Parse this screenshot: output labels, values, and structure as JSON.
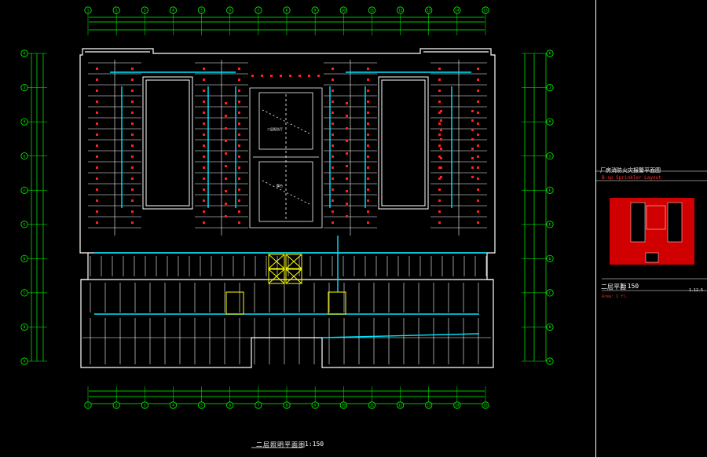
{
  "drawing": {
    "title": "二层照明平面图",
    "scale": "1:150",
    "colors": {
      "background": "#000000",
      "wall": "#ffffff",
      "grid": "#00ff00",
      "duct": "#00e5ff",
      "fixture": "#ff2020",
      "accent": "#ffff00"
    },
    "axis_labels_horizontal": [
      "1",
      "2",
      "3",
      "4",
      "5",
      "6",
      "7",
      "8",
      "9",
      "10",
      "11",
      "12",
      "13",
      "14",
      "15"
    ],
    "axis_labels_vertical": [
      "K",
      "J",
      "H",
      "G",
      "F",
      "E",
      "D",
      "C",
      "B",
      "A"
    ],
    "room_tag_upper": "二层报告厅",
    "room_tag_lower": "舞台"
  },
  "sidebar": {
    "header_text": "厂房消防火灾报警平面图",
    "red_label": "B-sp Sprinkler Layout",
    "plan_label": "二层平面",
    "plan_scale": "1:150",
    "date": "1.12.5",
    "small_red_text": "Area: 1 fl."
  }
}
